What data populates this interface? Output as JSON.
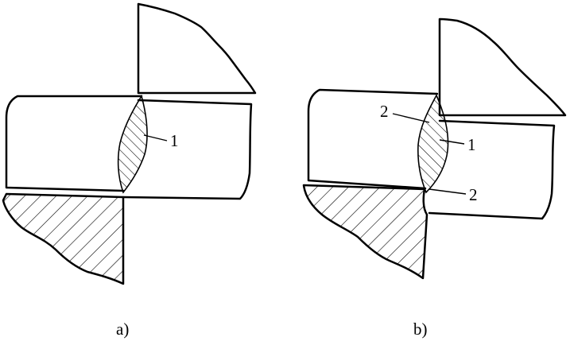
{
  "figure": {
    "panel_a": {
      "caption": "a)",
      "callouts": [
        {
          "text": "1"
        }
      ]
    },
    "panel_b": {
      "caption": "b)",
      "callouts": [
        {
          "text": "2"
        },
        {
          "text": "1"
        },
        {
          "text": "2"
        }
      ]
    }
  }
}
